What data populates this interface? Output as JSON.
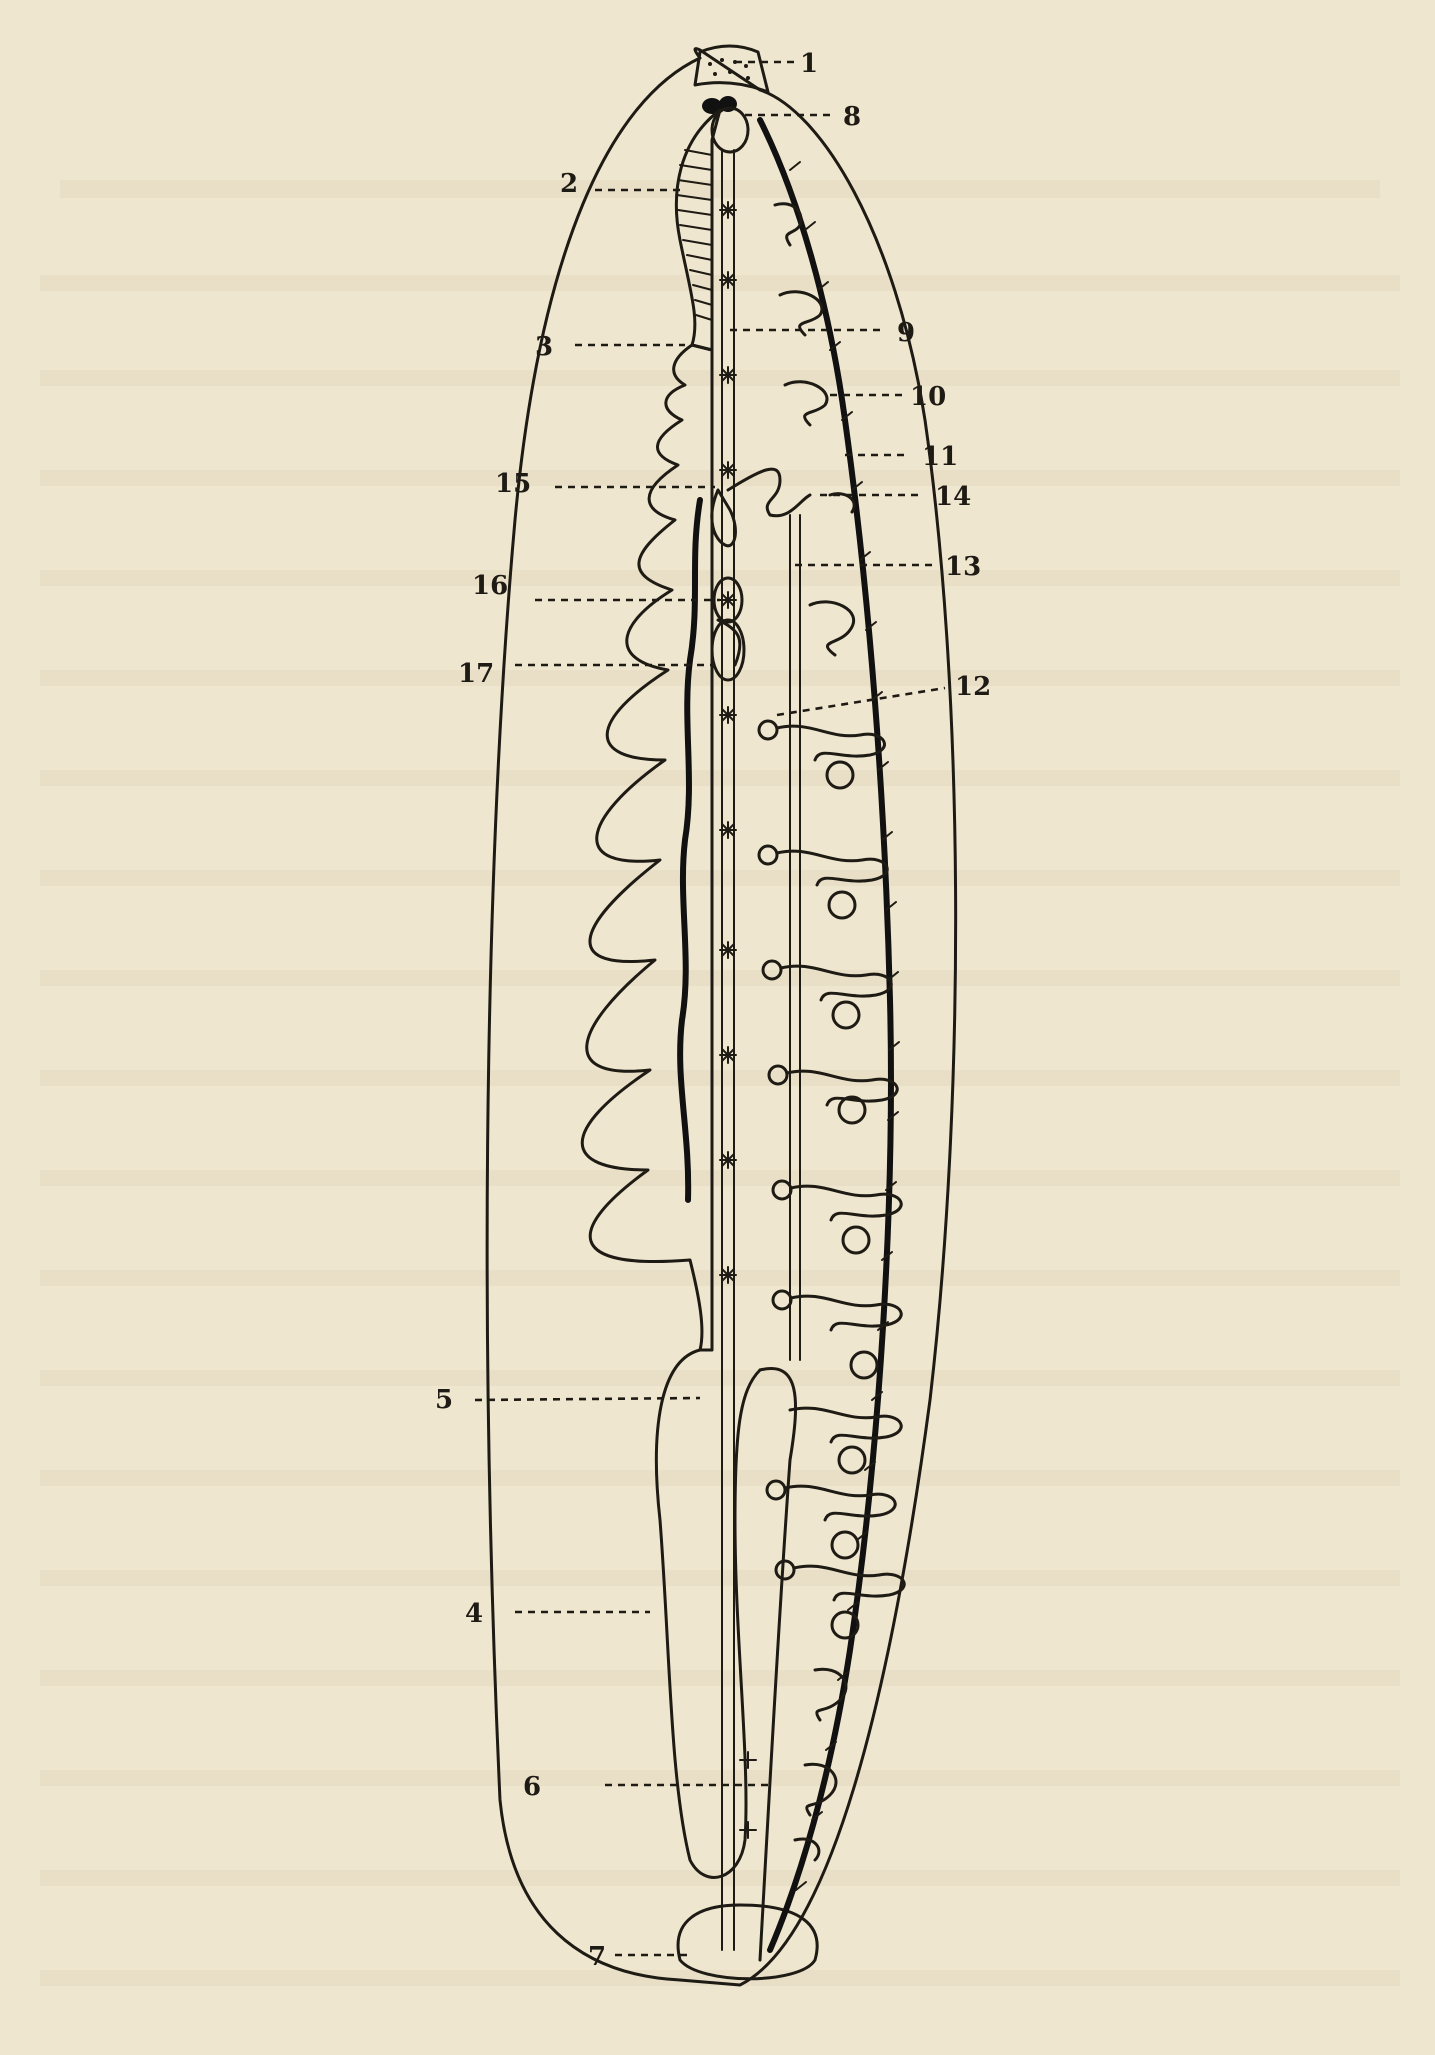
{
  "figure": {
    "labels": [
      {
        "id": "1",
        "text": "1"
      },
      {
        "id": "2",
        "text": "2"
      },
      {
        "id": "3",
        "text": "3"
      },
      {
        "id": "4",
        "text": "4"
      },
      {
        "id": "5",
        "text": "5"
      },
      {
        "id": "6",
        "text": "6"
      },
      {
        "id": "7",
        "text": "7"
      },
      {
        "id": "8",
        "text": "8"
      },
      {
        "id": "9",
        "text": "9"
      },
      {
        "id": "10",
        "text": "10"
      },
      {
        "id": "11",
        "text": "11"
      },
      {
        "id": "12",
        "text": "12"
      },
      {
        "id": "13",
        "text": "13"
      },
      {
        "id": "14",
        "text": "14"
      },
      {
        "id": "15",
        "text": "15"
      },
      {
        "id": "16",
        "text": "16"
      },
      {
        "id": "17",
        "text": "17"
      }
    ]
  },
  "colors": {
    "paper": "#efe6cf",
    "ink": "#1e1a14",
    "bleed_through": "#d6cbb0"
  }
}
